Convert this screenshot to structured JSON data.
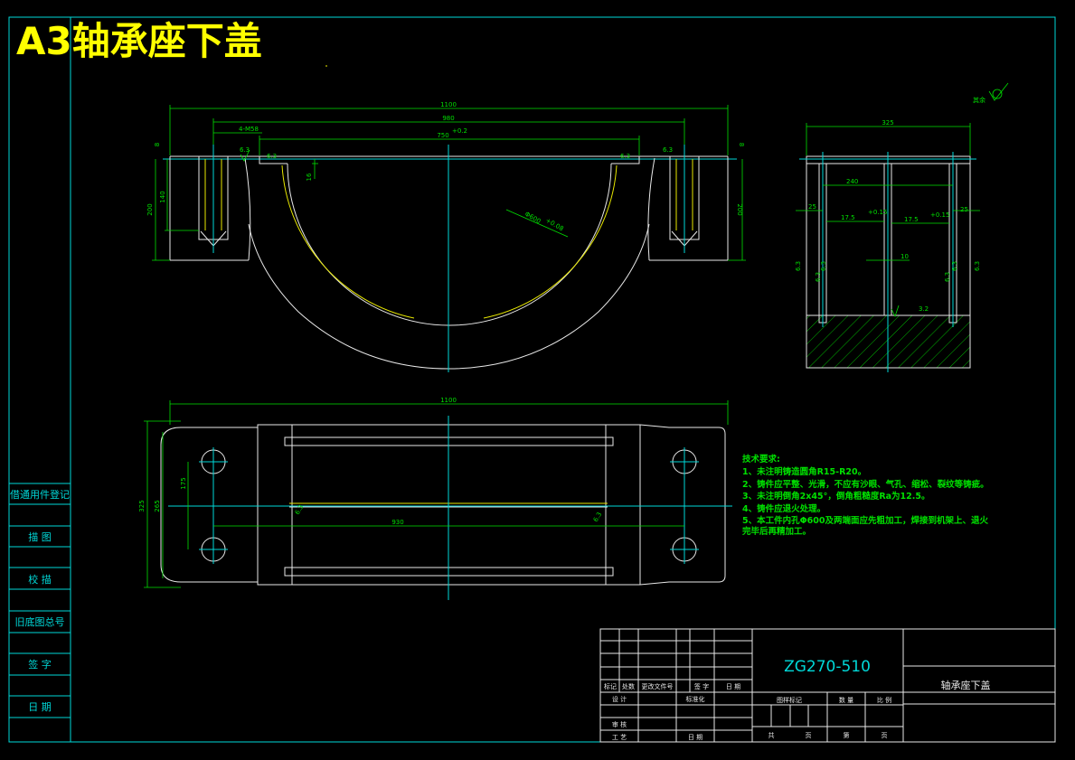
{
  "drawing_title": "A3轴承座下盖",
  "side_labels": [
    "借通用件登记",
    "描  图",
    "校  描",
    "旧底图总号",
    "签  字",
    "日  期"
  ],
  "roughness_note": "其余",
  "dims": {
    "front_overall_width": "1100",
    "front_inner_width": "980",
    "front_groove_width": "750",
    "groove_tol": "+0.2",
    "front_left_height": "200",
    "front_right_height": "200",
    "bolt_depth": "140",
    "gap_top_left": "8",
    "gap_top_right": "8",
    "thread_callout": "4-M58",
    "rough_a": "6.3",
    "rough_b": "6.3",
    "rough_c": "6.3",
    "rough_d": "6.3",
    "flange_thk": "16",
    "bore": "Φ600",
    "bore_tol": "+0.08",
    "side_width": "325",
    "side_inner": "240",
    "side_edge_left": "25",
    "side_edge_right": "25",
    "side_slot_left": "17.5",
    "side_slot_right": "17.5",
    "slot_tol": "+0.15",
    "side_mid": "10",
    "side_r1": "6.3",
    "side_r2": "6.3",
    "side_r3": "3.2",
    "side_r4": "6.3",
    "side_r5": "6.3",
    "side_r6": "6.3",
    "side_r7": "6.3",
    "plan_overall_width": "1100",
    "plan_height": "325",
    "plan_inner_h": "265",
    "plan_bolt_v": "175",
    "plan_bolt_span": "930",
    "plan_r_left": "6.3",
    "plan_r_right": "6.3"
  },
  "notes": {
    "heading": "技术要求:",
    "items": [
      "1、未注明铸造圆角R15-R20。",
      "2、铸件应平整、光滑，不应有沙眼、气孔、缩松、裂纹等铸疵。",
      "3、未注明倒角2x45°，倒角粗糙度Ra为12.5。",
      "4、铸件应退火处理。",
      "5、本工件内孔Φ600及两端面应先粗加工，焊接到机架上、退火",
      "完毕后再精加工。"
    ]
  },
  "title_block": {
    "part_code": "ZG270-510",
    "part_name": "轴承座下盖",
    "rev_headers": [
      "标记",
      "处数",
      "更改文件号",
      "签  字",
      "日  期"
    ],
    "design": "设  计",
    "standard": "标准化",
    "review": "审  核",
    "process": "工  艺",
    "date": "日  期",
    "stage": "图样标记",
    "weight": "数  量",
    "scale": "比  例",
    "total": "共",
    "sheets": "页",
    "page": "第",
    "page_unit": "页"
  }
}
